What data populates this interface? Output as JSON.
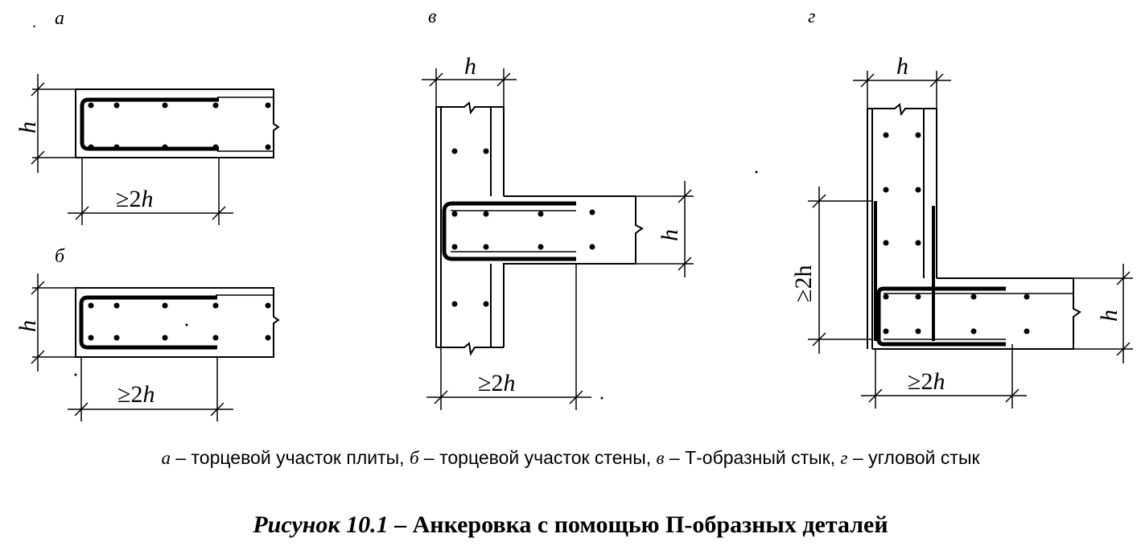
{
  "panels": {
    "a": {
      "letter": "а",
      "thickness_label": "h",
      "length_label_prefix": "≥2",
      "length_label_var": "h"
    },
    "b": {
      "letter": "б",
      "thickness_label": "h",
      "length_label_prefix": "≥2",
      "length_label_var": "h"
    },
    "v": {
      "letter": "в",
      "width_label": "h",
      "thickness_label": "h",
      "length_label_prefix": "≥2",
      "length_label_var": "h"
    },
    "g": {
      "letter": "г",
      "width_label": "h",
      "thickness_label": "h",
      "vertical_label": "≥2h",
      "length_label_prefix": "≥2",
      "length_label_var": "h"
    }
  },
  "caption": {
    "a_letter": "а",
    "a_text": " – торцевой участок плиты, ",
    "b_letter": "б",
    "b_text": " – торцевой участок стены, ",
    "v_letter": "в",
    "v_text": " – Т-образный стык, ",
    "g_letter": "г",
    "g_text": " – угловой стык"
  },
  "title": {
    "figure_number": "Рисунок 10.1",
    "dash": " – ",
    "text": "Анкеровка с помощью П-образных деталей"
  }
}
